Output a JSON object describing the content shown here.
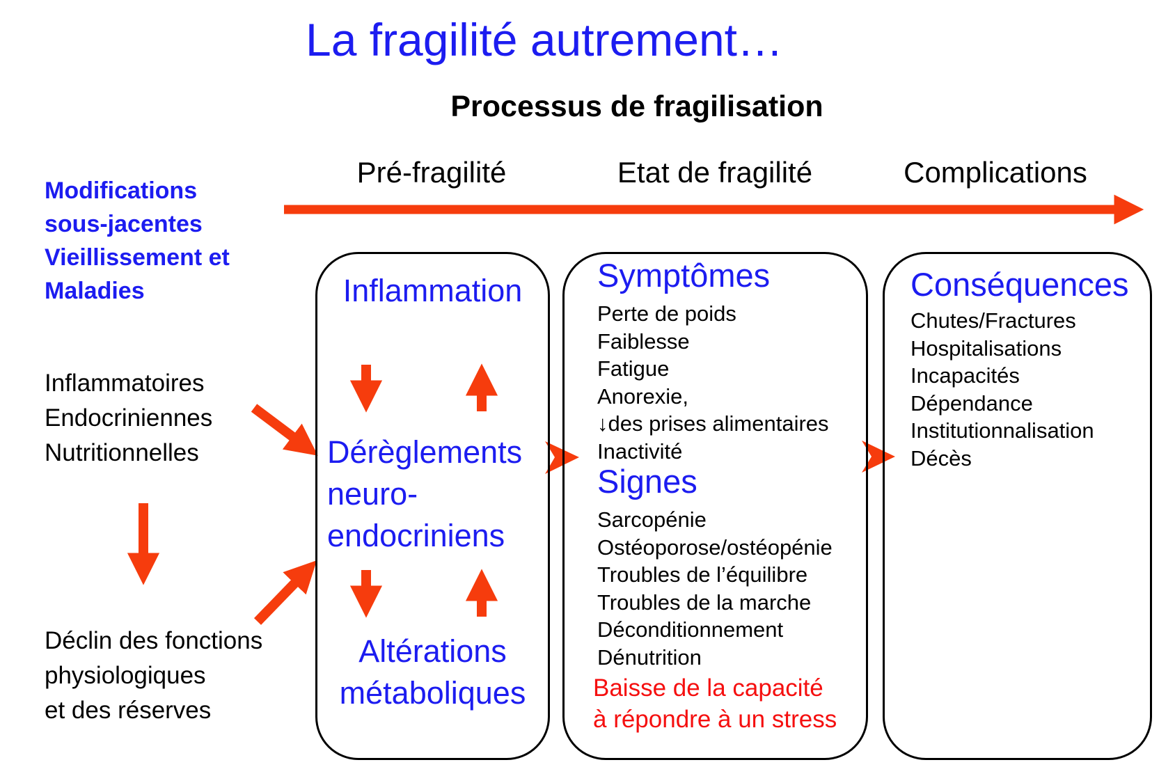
{
  "colors": {
    "heading_blue": "#1c1cf0",
    "arrow_red": "#f63c0d",
    "warning_red": "#f50f0f",
    "text_black": "#000000",
    "background": "#ffffff"
  },
  "header": {
    "title": "La fragilité autrement…",
    "subtitle": "Processus de fragilisation"
  },
  "timeline": {
    "stages": [
      "Pré-fragilité",
      "Etat de fragilité",
      "Complications"
    ]
  },
  "left_column": {
    "modifications": "Modifications\nsous-jacentes\nVieillissement et\nMaladies",
    "causes": "Inflammatoires\nEndocriniennes\nNutritionnelles",
    "decline": "Déclin des fonctions\nphysiologiques\net des réserves"
  },
  "prefragility_box": {
    "inflammation": "Inflammation",
    "dysregulation": "Dérèglements\nneuro-\nendocriniens",
    "alterations": "Altérations\nmétaboliques"
  },
  "frailty_box": {
    "symptoms_title": "Symptômes",
    "symptoms": [
      "Perte de poids",
      "Faiblesse",
      "Fatigue",
      "Anorexie,",
      "↓des prises alimentaires",
      "Inactivité"
    ],
    "signs_title": "Signes",
    "signs": [
      "Sarcopénie",
      "Ostéoporose/ostéopénie",
      "Troubles de l’équilibre",
      "Troubles de la marche",
      "Déconditionnement",
      "Dénutrition"
    ],
    "warning": "Baisse de la capacité\nà répondre à un stress"
  },
  "complications_box": {
    "title": "Conséquences",
    "items": [
      "Chutes/Fractures",
      "Hospitalisations",
      "Incapacités",
      "Dépendance",
      "Institutionnalisation",
      "Décès"
    ]
  }
}
